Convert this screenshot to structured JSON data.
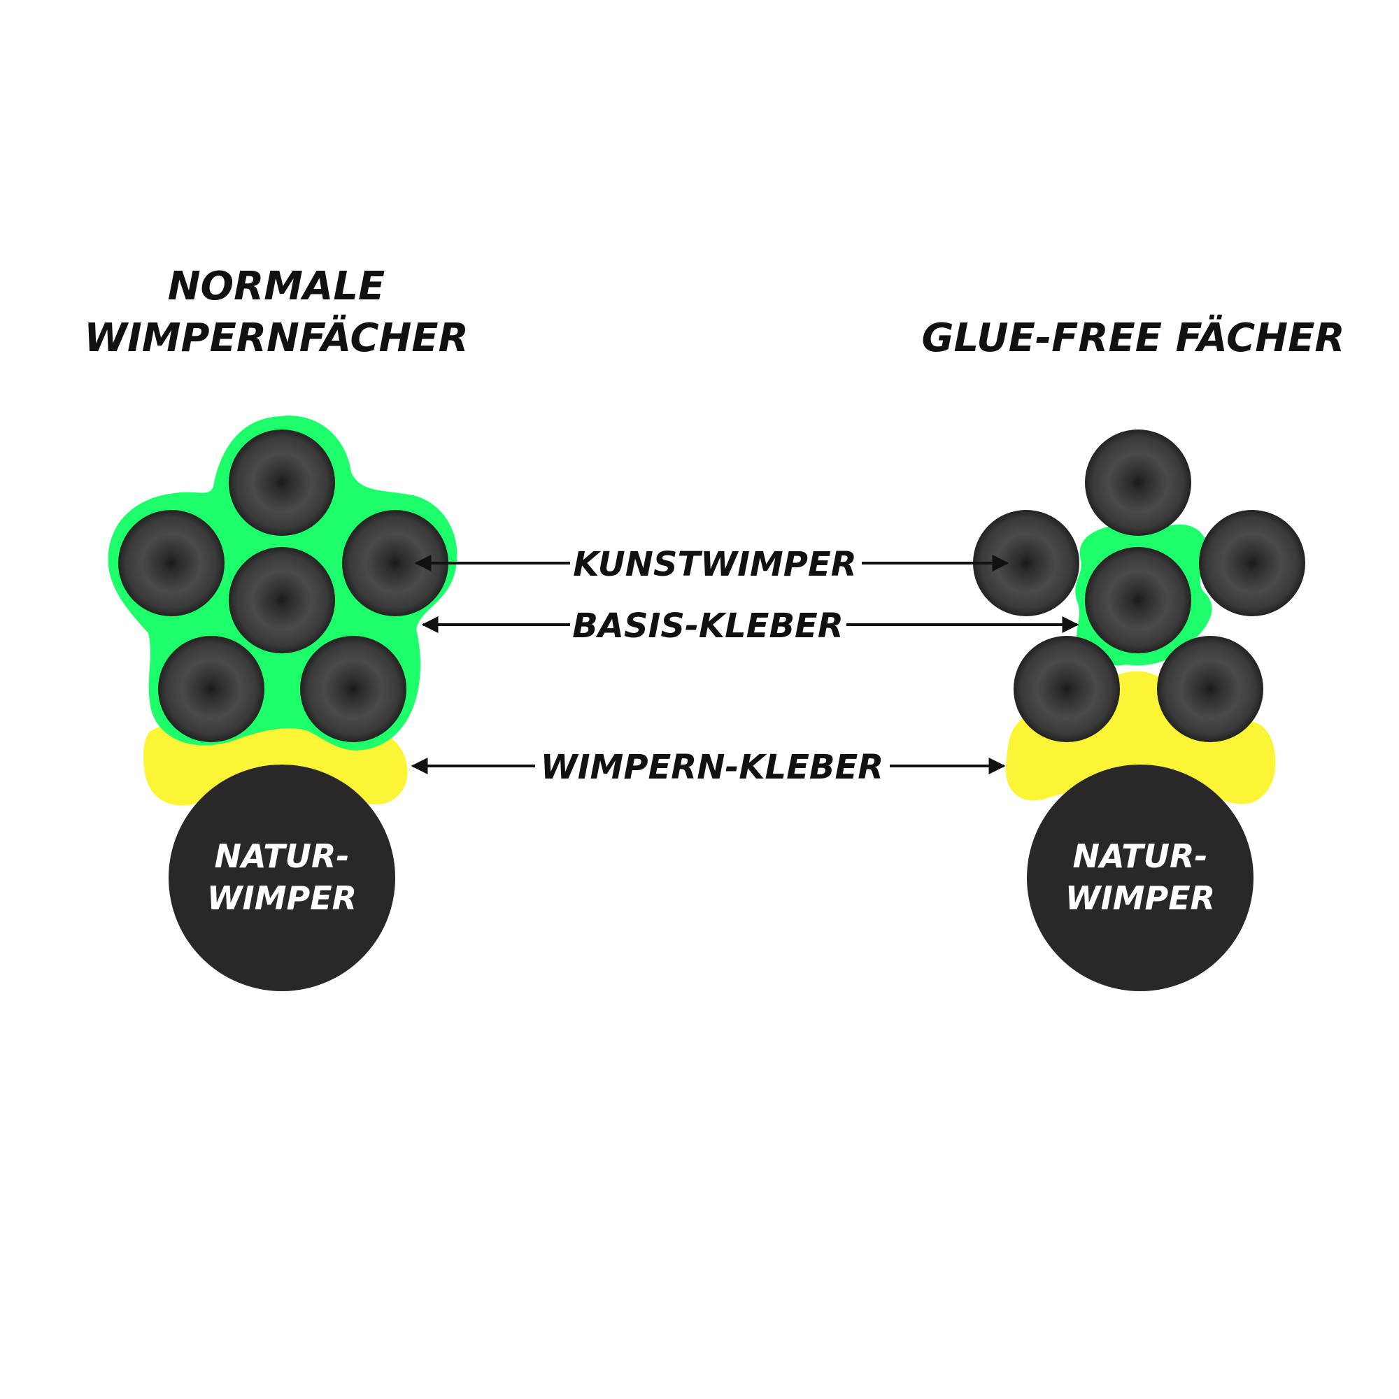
{
  "left_panel": {
    "title_line1": "NORMALE",
    "title_line2": "WIMPERNFÄCHER",
    "natural_lash_line1": "NATUR-",
    "natural_lash_line2": "WIMPER"
  },
  "right_panel": {
    "title": "GLUE-FREE FÄCHER",
    "natural_lash_line1": "NATUR-",
    "natural_lash_line2": "WIMPER"
  },
  "labels": {
    "artificial_lash": "KUNSTWIMPER",
    "base_glue": "BASIS-KLEBER",
    "lash_glue": "WIMPERN-KLEBER"
  },
  "colors": {
    "base_glue_green": "#1dff6a",
    "lash_glue_yellow": "#fbf535",
    "lash_dark": "#2a2728",
    "text": "#111111"
  }
}
